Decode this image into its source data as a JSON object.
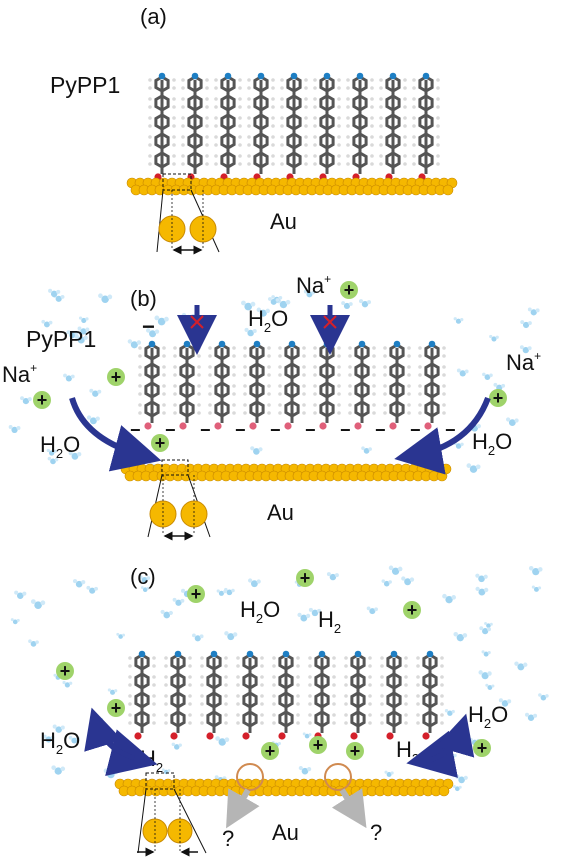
{
  "colors": {
    "gold": "#f5b800",
    "gold_edge": "#c98a00",
    "carbon": "#555555",
    "hydrogen": "#d9d9d9",
    "nitrogen": "#1e7fc4",
    "sulfur": "#d4202a",
    "sulfur_ion": "#e0607a",
    "water_o": "#9fd3f0",
    "water_h": "#cfe9f8",
    "sodium": "#9fd36a",
    "arrow": "#2a3591",
    "gray_arrow": "#b5b5b5",
    "ring": "#d08a50"
  },
  "panel_a": {
    "label": "(a)",
    "molecule_label": "PyPP1",
    "substrate_label": "Au"
  },
  "panel_b": {
    "label": "(b)",
    "molecule_label": "PyPP1",
    "molecule_charge": "−",
    "substrate_label": "Au",
    "ion_left": "Na",
    "ion_right": "Na",
    "ion_top": "Na",
    "ion_sup": "+",
    "water_left": "H",
    "water_right": "H",
    "water_top": "H",
    "water_sub": "2",
    "water_o": "O"
  },
  "panel_c": {
    "label": "(c)",
    "substrate_label": "Au",
    "water_top": "H",
    "water_left": "H",
    "water_right": "H",
    "water_sub": "2",
    "water_o": "O",
    "h2_top": "H",
    "h2_left": "H",
    "h2_right": "H",
    "h2_sub": "2",
    "question_left": "?",
    "question_right": "?"
  },
  "signs": {
    "plus": "+",
    "minus": "−"
  }
}
